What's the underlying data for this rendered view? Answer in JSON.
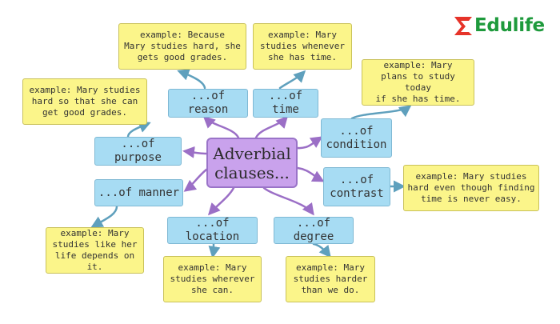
{
  "brand": {
    "name": "Edulife",
    "colors": {
      "mark": "#e63329",
      "text": "#1e9a3c"
    }
  },
  "diagram": {
    "center": {
      "lines": [
        "Adverbial",
        "clauses..."
      ]
    },
    "branches": {
      "reason": {
        "label": "...of reason",
        "example": [
          "example: Because",
          "Mary studies hard, she",
          "gets good grades."
        ]
      },
      "time": {
        "label": "...of time",
        "example": [
          "example: Mary",
          "studies whenever",
          "she has time."
        ]
      },
      "condition": {
        "label": [
          "...of",
          "condition"
        ],
        "example": [
          "example: Mary",
          "plans to study today",
          "if she has time."
        ]
      },
      "contrast": {
        "label": [
          "...of",
          "contrast"
        ],
        "example": [
          "example: Mary studies",
          "hard even though finding",
          "time is never easy."
        ]
      },
      "purpose": {
        "label": "...of purpose",
        "example": [
          "example: Mary studies",
          "hard so that she can",
          "get good grades."
        ]
      },
      "manner": {
        "label": "...of manner",
        "example": [
          "example: Mary",
          "studies like her",
          "life depends on it."
        ]
      },
      "location": {
        "label": "...of location",
        "example": [
          "example: Mary",
          "studies wherever",
          "she can."
        ]
      },
      "degree": {
        "label": "...of degree",
        "example": [
          "example: Mary",
          "studies harder",
          "than we do."
        ]
      }
    },
    "colors": {
      "center_fill": "#c9a2ec",
      "node_fill": "#a7dcf3",
      "note_fill": "#fbf58a",
      "purple_arrow": "#9b6fc6",
      "blue_arrow": "#5fa0bd"
    }
  }
}
